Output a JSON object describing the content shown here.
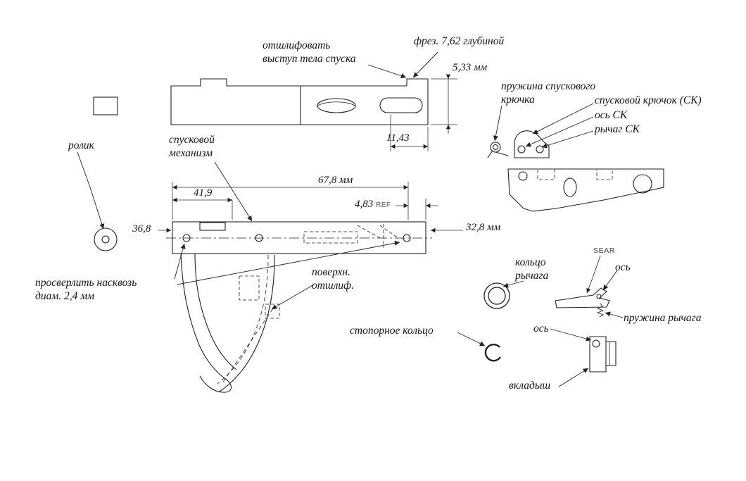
{
  "drawing": {
    "annotations": {
      "grind": "отшлифовать\nвыступ тела спуска",
      "mill_depth": "фрез. 7,62 глубиной",
      "trigger_spring": "пружина спускового\nкрючка",
      "trigger_hook": "спусковой крючок (СК)",
      "trigger_axis": "ось СК",
      "trigger_lever": "рычаг СК",
      "roller": "ролик",
      "mechanism": "спусковой\nмеханизм",
      "drill": "просверлить насквозь\nдиам. 2,4 мм",
      "surface": "поверхн.\nотшлиф.",
      "lever_ring": "кольцо\nрычага",
      "sear": "SEAR",
      "sear_axis": "ось",
      "lever_spring": "пружина рычага",
      "retaining_ring": "стопорное кольцо",
      "insert_axis": "ось",
      "insert": "вкладыш"
    },
    "dimensions": {
      "mill_height": "5,33 мм",
      "slot_offset": "11,43",
      "overall_length": "67,8 мм",
      "hole_offset": "41,9",
      "ref_dim": "4,83",
      "ref_suffix": "REF",
      "left_height": "36,8",
      "right_width": "32,8 мм"
    },
    "colors": {
      "line": "#222222",
      "background": "#ffffff"
    }
  }
}
